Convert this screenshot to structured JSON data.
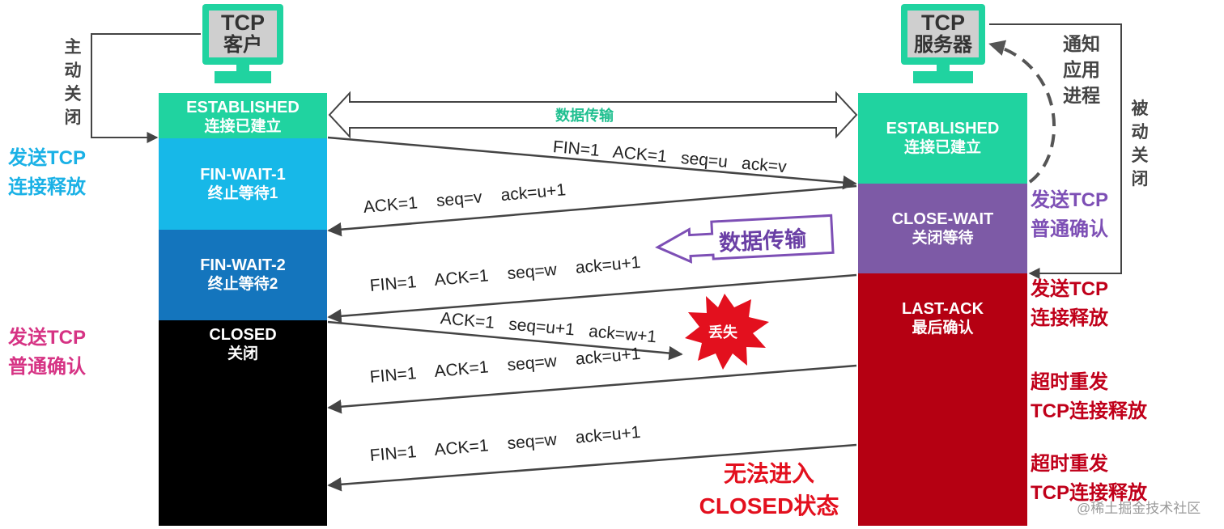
{
  "client": {
    "title_line1": "TCP",
    "title_line2": "客户",
    "active_close": [
      "主",
      "动",
      "关",
      "闭"
    ]
  },
  "server": {
    "title_line1": "TCP",
    "title_line2": "服务器",
    "passive_close": [
      "被",
      "动",
      "关",
      "闭"
    ],
    "notify": [
      "通知",
      "应用",
      "进程"
    ]
  },
  "client_states": [
    {
      "name": "ESTABLISHED",
      "label": "连接已建立",
      "color": "#20d3a0"
    },
    {
      "name": "FIN-WAIT-1",
      "label": "终止等待1",
      "color": "#17b8e8"
    },
    {
      "name": "FIN-WAIT-2",
      "label": "终止等待2",
      "color": "#1475bd"
    },
    {
      "name": "CLOSED",
      "label": "关闭",
      "color": "#000000"
    }
  ],
  "server_states": [
    {
      "name": "ESTABLISHED",
      "label": "连接已建立",
      "color": "#20d3a0"
    },
    {
      "name": "CLOSE-WAIT",
      "label": "关闭等待",
      "color": "#7d5aa6"
    },
    {
      "name": "LAST-ACK",
      "label": "最后确认",
      "color": "#b50012"
    }
  ],
  "data_transfer_top": "数据传输",
  "data_transfer_callout": "数据传输",
  "left_notes": [
    {
      "line1": "发送TCP",
      "line2": "连接释放",
      "color": "#1ab1e6"
    },
    {
      "line1": "发送TCP",
      "line2": "普通确认",
      "color": "#d63384"
    }
  ],
  "right_notes": [
    {
      "line1": "发送TCP",
      "line2": "普通确认",
      "color": "#7d4fb5"
    },
    {
      "line1": "发送TCP",
      "line2": "连接释放",
      "color": "#c0001a"
    },
    {
      "line1": "超时重发",
      "line2": "TCP连接释放",
      "color": "#c0001a"
    },
    {
      "line1": "超时重发",
      "line2": "TCP连接释放",
      "color": "#c0001a"
    }
  ],
  "packets": [
    "FIN=1   ACK=1   seq=u   ack=v",
    "ACK=1    seq=v    ack=u+1",
    "FIN=1    ACK=1    seq=w    ack=u+1",
    "ACK=1   seq=u+1   ack=w+1",
    "FIN=1    ACK=1    seq=w    ack=u+1",
    "FIN=1    ACK=1    seq=w    ack=u+1"
  ],
  "lost_label": "丢失",
  "cannot_enter": {
    "line1": "无法进入",
    "line2": "CLOSED状态"
  },
  "watermark": "@稀土掘金技术社区",
  "colors": {
    "arrow": "#444444",
    "lost_burst": "#e3101e",
    "callout_border": "#7d4fb5",
    "red_text": "#e3101e"
  }
}
